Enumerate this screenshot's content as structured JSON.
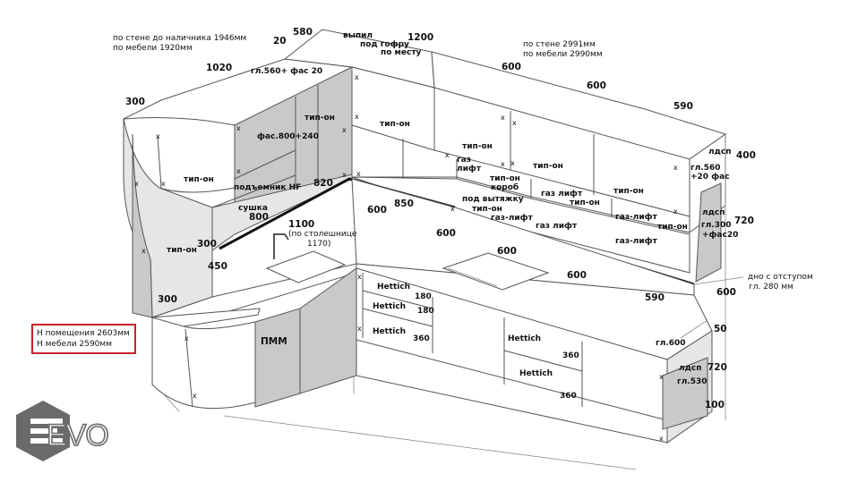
{
  "notes": {
    "wall_left_1": "по стене до наличника 1946мм",
    "wall_left_2": "по мебели  1920мм",
    "wall_right_1": "по стене 2991мм",
    "wall_right_2": "по мебели 2990мм",
    "room_height": "Н помещения 2603мм",
    "furniture_height": "Н мебели 2590мм",
    "bottom_offset_1": "дно с отступом",
    "bottom_offset_2": "гл. 280 мм",
    "countertop_1": "(по столешнице",
    "countertop_2": "1170)"
  },
  "top_dims": [
    "20",
    "580",
    "1200",
    "600",
    "600",
    "590",
    "1020",
    "300"
  ],
  "side_dims": [
    "400",
    "720",
    "600",
    "50",
    "720",
    "100",
    "300"
  ],
  "inner_dims": [
    "820",
    "850",
    "600",
    "600",
    "1100",
    "600",
    "600",
    "590",
    "450",
    "300",
    "800"
  ],
  "upper_labels": {
    "vypil_1": "выпил",
    "vypil_2": "под гофру",
    "po_mestu": "по месту",
    "gl560_fas20": "гл.560+ фас 20",
    "fas800": "фас.800+240",
    "podemnik": "подъемник HF",
    "sushka": "сушка",
    "tipon": "тип-он",
    "gaz_lift": "газ лифт",
    "gaz_dash": "газ-лифт",
    "gaz_1": "газ",
    "lift": "лифт",
    "korob_1": "короб",
    "korob_2": "под вытяжку",
    "ldsp": "лдсп",
    "gl560": "гл.560",
    "fas20plus": "+20 фас",
    "gl300": "гл.300",
    "fas20": "+фас20"
  },
  "lower_labels": {
    "hettich": "Hettich",
    "pmm": "ПММ",
    "gl600": "гл.600",
    "ldsp": "лдсп",
    "gl530": "гл.530",
    "h180a": "180",
    "h180b": "180",
    "h360a": "360",
    "h360b": "360",
    "h360c": "360"
  },
  "marks": {
    "x": "x"
  },
  "logo": {
    "text": "EVO"
  }
}
